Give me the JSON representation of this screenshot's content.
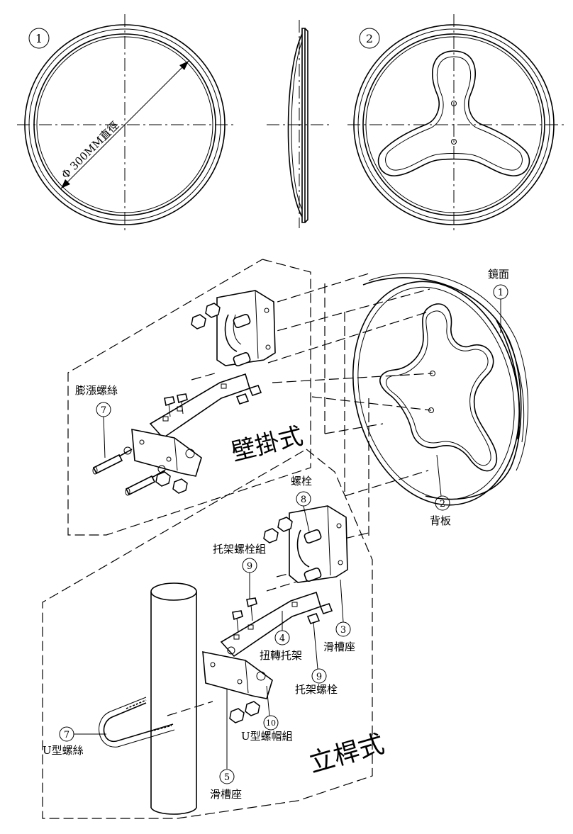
{
  "top_views": {
    "front_number": "1",
    "back_number": "2",
    "diameter_label": "Φ 300MM直徑"
  },
  "callouts": [
    {
      "id": "mirror",
      "number": "1",
      "label": "鏡面"
    },
    {
      "id": "back-plate",
      "number": "2",
      "label": "背板"
    },
    {
      "id": "slide-seat-top",
      "number": "3",
      "label": "滑槽座"
    },
    {
      "id": "twist-bracket",
      "number": "4",
      "label": "扭轉托架"
    },
    {
      "id": "slide-seat-bottom",
      "number": "5",
      "label": "滑槽座"
    },
    {
      "id": "expansion-screw",
      "number": "7",
      "label": "膨漲螺絲"
    },
    {
      "id": "u-bolt",
      "number": "7",
      "label": "U型螺絲"
    },
    {
      "id": "bolt",
      "number": "8",
      "label": "螺栓"
    },
    {
      "id": "bracket-bolt-set",
      "number": "9",
      "label": "托架螺栓組"
    },
    {
      "id": "bracket-bolt",
      "number": "9",
      "label": "托架螺栓"
    },
    {
      "id": "u-nut-set",
      "number": "10",
      "label": "U型螺帽組"
    }
  ],
  "mount_types": {
    "wall": "壁掛式",
    "pole": "立桿式"
  }
}
